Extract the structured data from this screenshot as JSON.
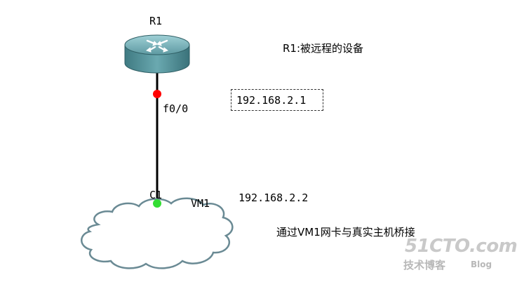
{
  "router": {
    "name": "R1",
    "description": "R1:被远程的设备"
  },
  "link": {
    "router_interface": "f0/0",
    "router_ip": "192.168.2.1",
    "cloud_interface": "C1",
    "cloud_ip": "192.168.2.2"
  },
  "cloud": {
    "name": "VM1",
    "description": "通过VM1网卡与真实主机桥接"
  },
  "watermark": {
    "logo": "51CTO.com",
    "subtitle": "技术博客",
    "blog": "Blog"
  },
  "colors": {
    "link_line": "#000000",
    "router_port": "#ff0000",
    "cloud_port": "#33dd33",
    "router_body": "#4f8e96",
    "cloud_outline": "#6a8a94"
  }
}
